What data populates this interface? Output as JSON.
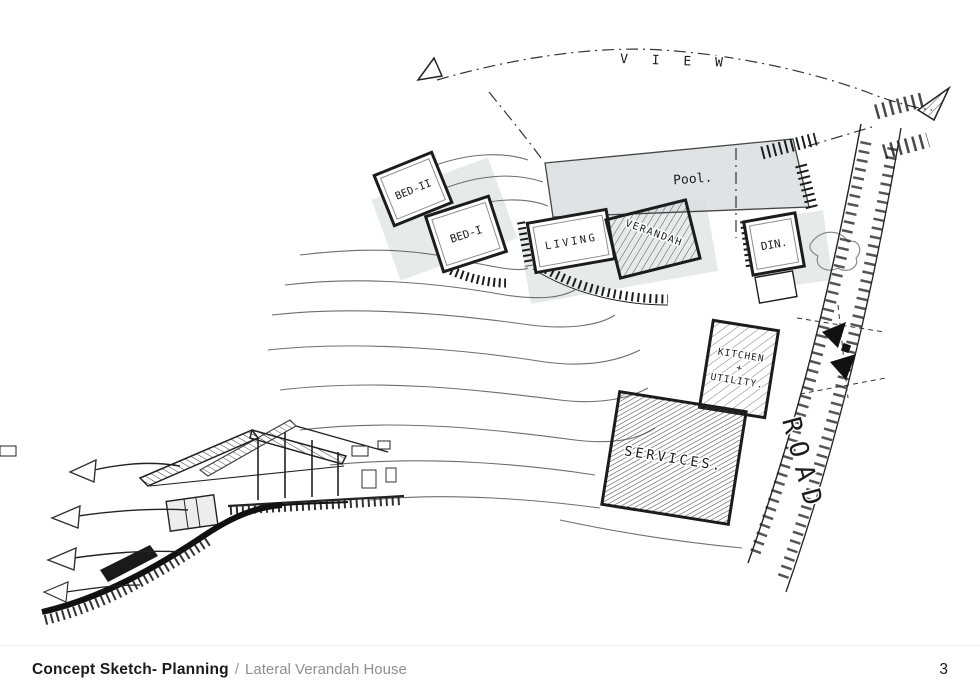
{
  "footer": {
    "title": "Concept Sketch- Planning",
    "separator": "/",
    "subtitle": "Lateral Verandah House",
    "page_number": "3"
  },
  "plan": {
    "view_label": "V I E W",
    "pool_label": "Pool.",
    "rooms": {
      "bed2": "BED-II",
      "bed1": "BED-I",
      "living": "LIVING",
      "verandah": "VERANDAH",
      "dining": "DIN.",
      "kitchen_l1": "KITCHEN",
      "kitchen_l2": "+",
      "kitchen_l3": "UTILITY.",
      "services": "SERVICES."
    },
    "road_label": "ROAD"
  },
  "colors": {
    "ink": "#1c1c1c",
    "pencil": "#6a6a6a",
    "pool_fill": "#dce0e0",
    "marker_shadow": "#c7cccd"
  }
}
